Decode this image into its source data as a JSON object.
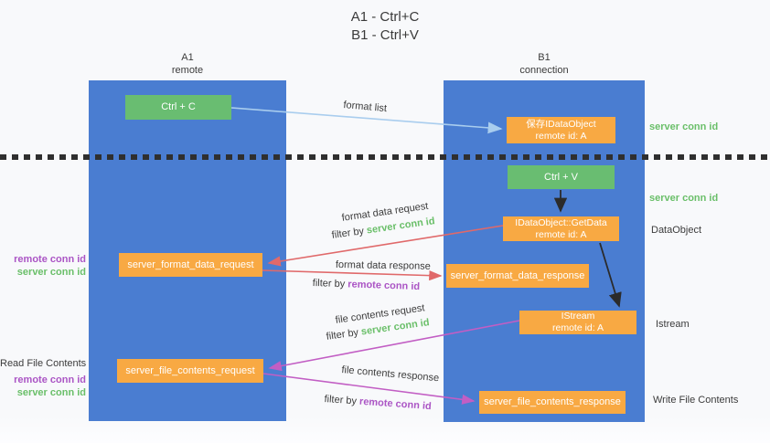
{
  "title": {
    "line1": "A1 - Ctrl+C",
    "line2": "B1 - Ctrl+V"
  },
  "lanes": {
    "left": {
      "name_line": "A1",
      "role_line": "remote"
    },
    "right": {
      "name_line": "B1",
      "role_line": "connection"
    }
  },
  "boxes": {
    "ctrl_c": "Ctrl + C",
    "ctrl_v": "Ctrl + V",
    "save_dataobject": {
      "line1": "保存IDataObject",
      "line2": "remote id: A"
    },
    "getdata": {
      "line1": "IDataObject::GetData",
      "line2": "remote id: A"
    },
    "istream": {
      "line1": "IStream",
      "line2": "remote id: A"
    },
    "server_format_data_request": "server_format_data_request",
    "server_format_data_response": "server_format_data_response",
    "server_file_contents_request": "server_file_contents_request",
    "server_file_contents_response": "server_file_contents_response"
  },
  "arrow_labels": {
    "format_list": "format list",
    "format_data_request": "format data request",
    "format_data_response": "format data response",
    "file_contents_request": "file contents request",
    "file_contents_response": "file contents response",
    "filter_by": "filter by ",
    "server_conn_id": "server conn id",
    "remote_conn_id": "remote conn id"
  },
  "side_labels": {
    "right_top_server_conn_id": "server conn id",
    "right_mid_server_conn_id": "server conn id",
    "dataobject": "DataObject",
    "istream": "Istream",
    "write_file_contents": "Write File Contents",
    "left_remote_conn_id_top": "remote conn id",
    "left_server_conn_id_top": "server conn id",
    "read_file_contents": "Read File Contents",
    "left_remote_conn_id_bottom": "remote conn id",
    "left_server_conn_id_bottom": "server conn id"
  },
  "colors": {
    "lane_blue": "#4a7dd1",
    "box_orange": "#f8a943",
    "box_green": "#69bd71",
    "arrow_light_blue": "#a9cdee",
    "arrow_red": "#e0696a",
    "arrow_magenta": "#c25ec4",
    "arrow_black": "#2b2b2b",
    "text_green": "#6abf69",
    "text_purple": "#ab55c5",
    "text_dark": "#3b3b3b"
  }
}
